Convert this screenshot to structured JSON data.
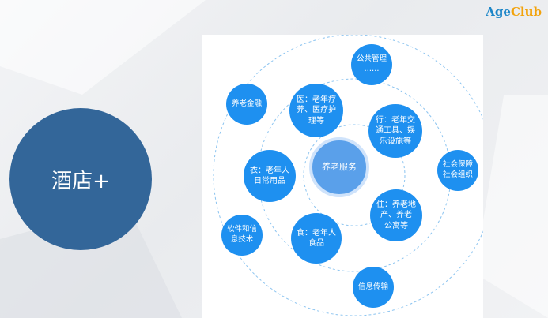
{
  "brand": {
    "prefix": "Age",
    "accent": "Club"
  },
  "hotel_circle": {
    "label": "酒店+"
  },
  "diagram": {
    "center": "养老服务",
    "inner_nodes": [
      {
        "key": "medical",
        "label": "医：老年疗\n养、医疗护\n理等"
      },
      {
        "key": "travel",
        "label": "行：老年交\n通工具、娱\n乐设施等"
      },
      {
        "key": "clothing",
        "label": "衣：老年人\n日常用品"
      },
      {
        "key": "housing",
        "label": "住：养老地\n产、养老\n公寓等"
      },
      {
        "key": "food",
        "label": "食：老年人\n食品"
      }
    ],
    "outer_nodes": [
      {
        "key": "public-management",
        "label": "公共管理\n……"
      },
      {
        "key": "elderly-finance",
        "label": "养老金融"
      },
      {
        "key": "social-security",
        "label": "社会保障\n社会组织"
      },
      {
        "key": "software",
        "label": "软件和信\n息技术"
      },
      {
        "key": "info-transmission",
        "label": "信息传输"
      }
    ]
  }
}
